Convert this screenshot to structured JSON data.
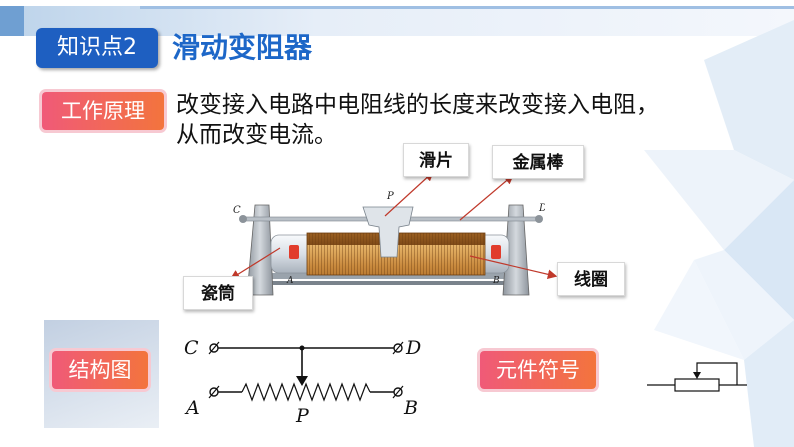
{
  "header": {
    "badge": "知识点2",
    "title": "滑动变阻器"
  },
  "principle": {
    "tag": "工作原理",
    "text_line1": "改变接入电路中电阻线的长度来改变接入电阻，",
    "text_line2": "从而改变电流。"
  },
  "apparatus_labels": {
    "slider": "滑片",
    "rod": "金属棒",
    "tube": "瓷筒",
    "coil": "线圈",
    "letter_c": "C",
    "letter_d": "D",
    "letter_p": "P",
    "letter_a": "A",
    "letter_b": "B"
  },
  "structure": {
    "tag": "结构图",
    "terminal_c": "C",
    "terminal_d": "D",
    "terminal_a": "A",
    "terminal_b": "B",
    "slider_p": "P"
  },
  "symbol": {
    "tag": "元件符号"
  },
  "colors": {
    "badge_bg": "#1e5fc1",
    "title": "#1d67c8",
    "tag_gradient_start": "#f05a78",
    "tag_gradient_end": "#f3743d",
    "arrow": "#c0392b"
  }
}
